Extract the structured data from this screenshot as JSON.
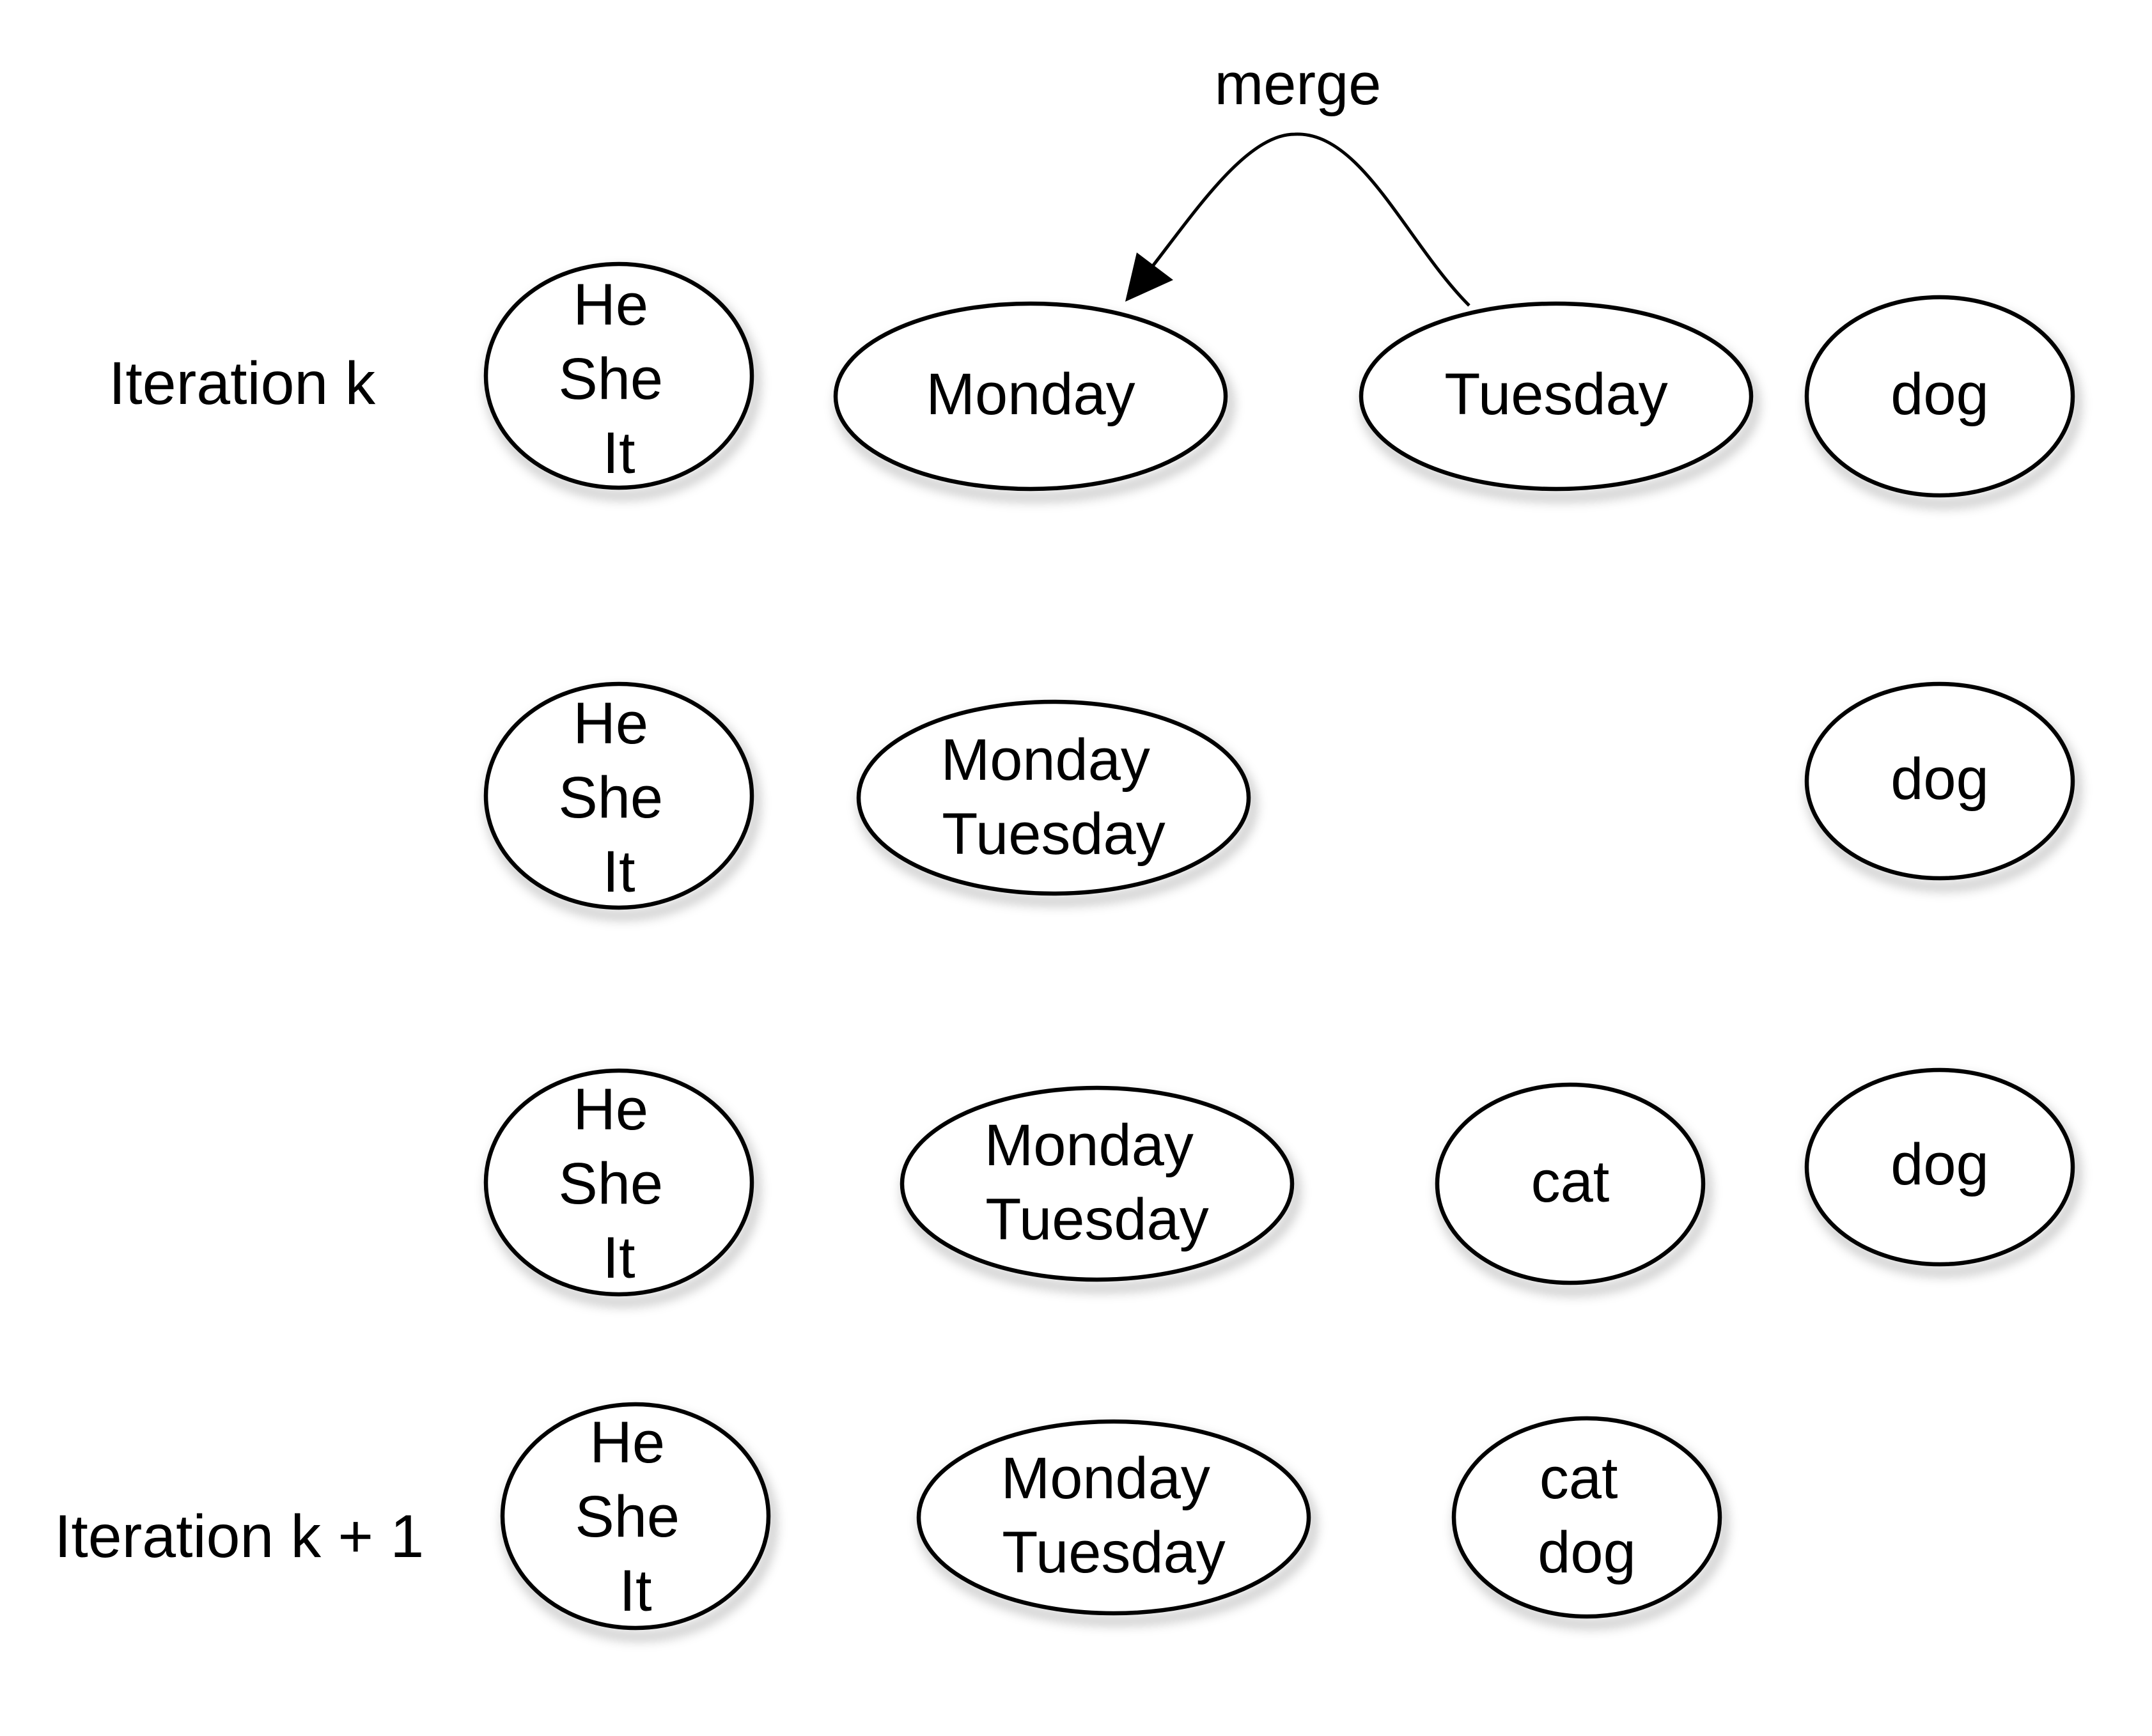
{
  "row_labels": {
    "first": "Iteration k",
    "last": "Iteration k + 1"
  },
  "edge": {
    "label": "merge",
    "from": "Tuesday",
    "to": "Monday"
  },
  "rows": [
    {
      "clusters": [
        {
          "lines": [
            "He",
            "She",
            "It"
          ]
        },
        {
          "lines": [
            "Monday"
          ]
        },
        {
          "lines": [
            "Tuesday"
          ]
        },
        {
          "lines": [
            "dog"
          ]
        }
      ]
    },
    {
      "clusters": [
        {
          "lines": [
            "He",
            "She",
            "It"
          ]
        },
        {
          "lines": [
            "Monday",
            "Tuesday"
          ]
        },
        {
          "lines": [
            "dog"
          ]
        }
      ]
    },
    {
      "clusters": [
        {
          "lines": [
            "He",
            "She",
            "It"
          ]
        },
        {
          "lines": [
            "Monday",
            "Tuesday"
          ]
        },
        {
          "lines": [
            "cat"
          ]
        },
        {
          "lines": [
            "dog"
          ]
        }
      ]
    },
    {
      "clusters": [
        {
          "lines": [
            "He",
            "She",
            "It"
          ]
        },
        {
          "lines": [
            "Monday",
            "Tuesday"
          ]
        },
        {
          "lines": [
            "cat",
            "dog"
          ]
        }
      ]
    }
  ]
}
